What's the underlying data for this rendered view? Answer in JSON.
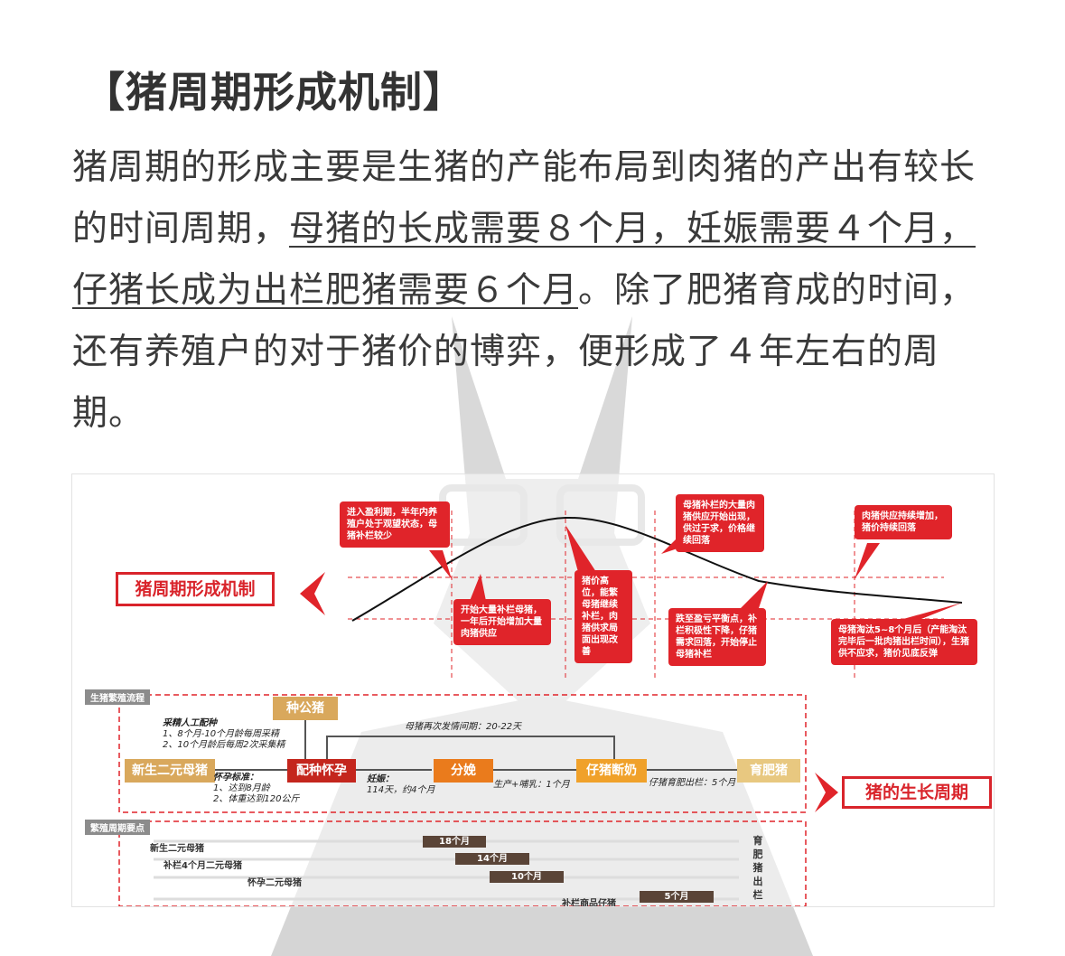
{
  "heading": "【猪周期形成机制】",
  "paragraph": {
    "part1": "猪周期的形成主要是生猪的产能布局到肉猪的产出有较长的时间周期，",
    "underlined": "母猪的长成需要８个月，妊娠需要４个月，仔猪长成为出栏肥猪需要６个月",
    "part2": "。除了肥猪育成的时间，还有养殖户的对于猪价的博弈，便形成了４年左右的周期。"
  },
  "infographic": {
    "title_left": "猪周期形成机制",
    "title_right": "猪的生长周期",
    "callouts": {
      "c1": "进入盈利期，半年内养殖户处于观望状态，母猪补栏较少",
      "c2": "开始大量补栏母猪，一年后开始增加大量肉猪供应",
      "c3": "猪价高位，能繁母猪继续补栏，肉猪供求局面出现改善",
      "c4": "母猪补栏的大量肉猪供应开始出现，供过于求，价格继续回落",
      "c5": "跌至盈亏平衡点，补栏积极性下降，仔猪需求回落，开始停止母猪补栏",
      "c6": "肉猪供应持续增加，猪价持续回落",
      "c7": "母猪淘汰5~8个月后（产能淘汰完毕后一批肉猪出栏时间），生猪供不应求，猪价见底反弹"
    },
    "flow": {
      "tag": "生猪繁殖流程",
      "boar": "种公猪",
      "sow": "新生二元母猪",
      "mating": "配种怀孕",
      "farrowing": "分娩",
      "weaning": "仔猪断奶",
      "fattening": "育肥猪",
      "note_ai_title": "采精人工配种",
      "note_ai_1": "1、8个月-10个月龄每周采精",
      "note_ai_2": "2、10个月龄后每周2次采集精",
      "note_estrus": "母猪再次发情间期：20-22天",
      "note_preg_title": "怀孕标准：",
      "note_preg_1": "1、达到8月龄",
      "note_preg_2": "2、体重达到120公斤",
      "note_gest_title": "妊娠：",
      "note_gest_val": "114天，约4个月",
      "note_birth": "生产+哺乳：1个月",
      "note_piglet": "仔猪育肥出栏：5个月"
    },
    "points": {
      "tag": "繁殖周期要点",
      "rows": [
        {
          "label": "新生二元母猪",
          "bar": "18个月"
        },
        {
          "label": "补栏4个月二元母猪",
          "bar": "14个月"
        },
        {
          "label": "怀孕二元母猪",
          "bar": "10个月"
        },
        {
          "label": "补栏商品仔猪",
          "bar": "5个月"
        }
      ],
      "vertical_label": "育肥猪出栏"
    },
    "colors": {
      "red": "#e0242a",
      "orange": "#ea7b1c",
      "brown": "#5a4437",
      "tan": "#d9a85c"
    }
  }
}
